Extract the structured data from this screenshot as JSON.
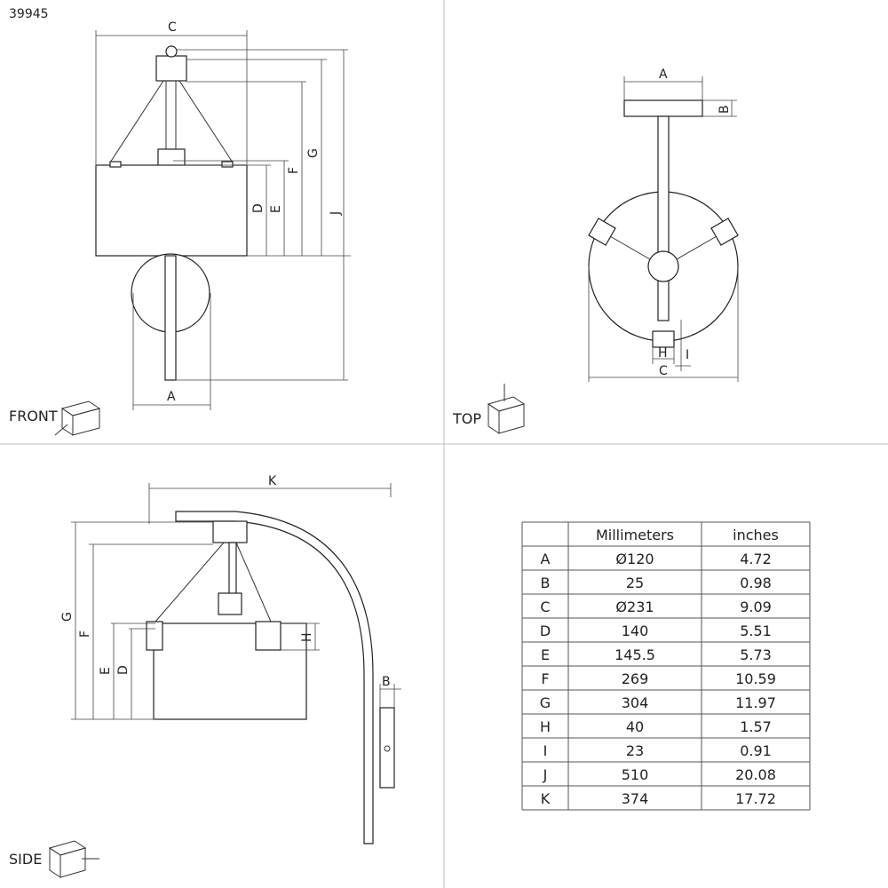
{
  "drawing": {
    "product_code": "39945",
    "views": {
      "front": "FRONT",
      "top": "TOP",
      "side": "SIDE"
    }
  },
  "labels": {
    "A": "A",
    "B": "B",
    "C": "C",
    "D": "D",
    "E": "E",
    "F": "F",
    "G": "G",
    "H": "H",
    "I": "I",
    "J": "J",
    "K": "K"
  },
  "table": {
    "headers": [
      "",
      "Millimeters",
      "inches"
    ],
    "rows": [
      {
        "key": "A",
        "mm": "Ø120",
        "in": "4.72"
      },
      {
        "key": "B",
        "mm": "25",
        "in": "0.98"
      },
      {
        "key": "C",
        "mm": "Ø231",
        "in": "9.09"
      },
      {
        "key": "D",
        "mm": "140",
        "in": "5.51"
      },
      {
        "key": "E",
        "mm": "145.5",
        "in": "5.73"
      },
      {
        "key": "F",
        "mm": "269",
        "in": "10.59"
      },
      {
        "key": "G",
        "mm": "304",
        "in": "11.97"
      },
      {
        "key": "H",
        "mm": "40",
        "in": "1.57"
      },
      {
        "key": "I",
        "mm": "23",
        "in": "0.91"
      },
      {
        "key": "J",
        "mm": "510",
        "in": "20.08"
      },
      {
        "key": "K",
        "mm": "374",
        "in": "17.72"
      }
    ]
  }
}
